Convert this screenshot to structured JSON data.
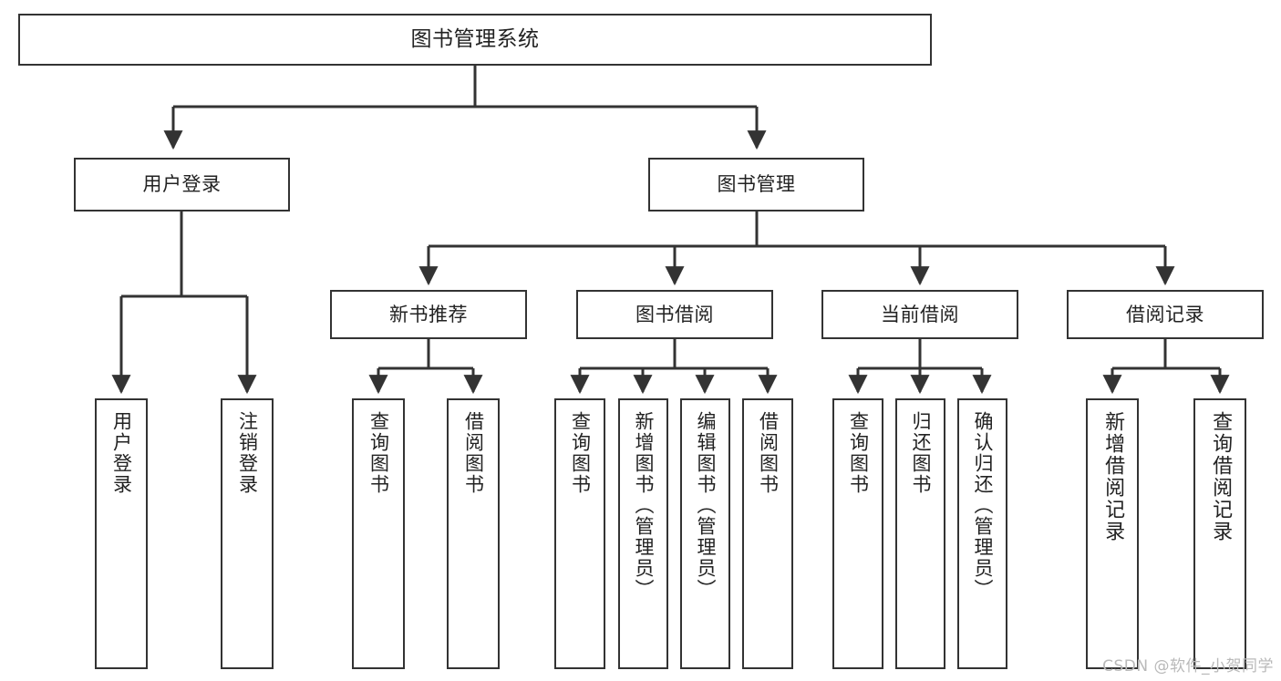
{
  "diagram": {
    "type": "tree-hierarchy",
    "root": {
      "id": "root",
      "label": "图书管理系统"
    },
    "level1": [
      {
        "id": "user-login",
        "label": "用户登录"
      },
      {
        "id": "book-manage",
        "label": "图书管理"
      }
    ],
    "level2": [
      {
        "id": "new-book-rec",
        "label": "新书推荐",
        "parent": "book-manage"
      },
      {
        "id": "book-borrow",
        "label": "图书借阅",
        "parent": "book-manage"
      },
      {
        "id": "current-borrow",
        "label": "当前借阅",
        "parent": "book-manage"
      },
      {
        "id": "borrow-record",
        "label": "借阅记录",
        "parent": "book-manage"
      }
    ],
    "leaves": [
      {
        "id": "leaf-user-login",
        "label": "用户登录",
        "parent": "user-login"
      },
      {
        "id": "leaf-logout",
        "label": "注销登录",
        "parent": "user-login"
      },
      {
        "id": "leaf-query-book-1",
        "label": "查询图书",
        "parent": "new-book-rec"
      },
      {
        "id": "leaf-borrow-book-1",
        "label": "借阅图书",
        "parent": "new-book-rec"
      },
      {
        "id": "leaf-query-book-2",
        "label": "查询图书",
        "parent": "book-borrow"
      },
      {
        "id": "leaf-add-book",
        "label": "新增图书（管理员）",
        "parent": "book-borrow"
      },
      {
        "id": "leaf-edit-book",
        "label": "编辑图书（管理员）",
        "parent": "book-borrow"
      },
      {
        "id": "leaf-borrow-book-2",
        "label": "借阅图书",
        "parent": "book-borrow"
      },
      {
        "id": "leaf-query-book-3",
        "label": "查询图书",
        "parent": "current-borrow"
      },
      {
        "id": "leaf-return-book",
        "label": "归还图书",
        "parent": "current-borrow"
      },
      {
        "id": "leaf-confirm-return",
        "label": "确认归还（管理员）",
        "parent": "current-borrow"
      },
      {
        "id": "leaf-add-record",
        "label": "新增借阅记录",
        "parent": "borrow-record"
      },
      {
        "id": "leaf-query-record",
        "label": "查询借阅记录",
        "parent": "borrow-record"
      }
    ],
    "colors": {
      "stroke": "#333333",
      "fill": "#ffffff",
      "text": "#222222",
      "watermark": "#b9b9b9"
    }
  },
  "watermark": {
    "text": "CSDN @软件_小贺同学"
  }
}
